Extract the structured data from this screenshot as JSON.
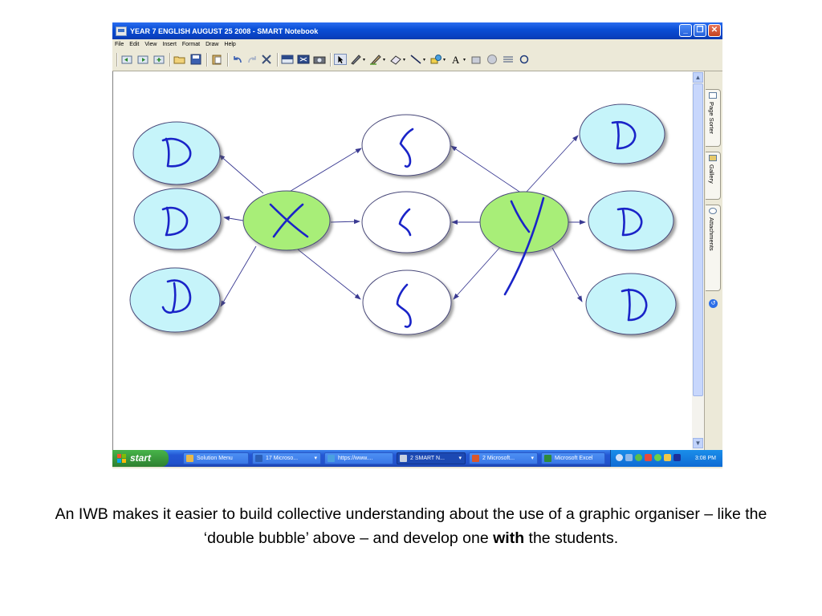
{
  "window": {
    "title": "YEAR 7 ENGLISH AUGUST 25 2008 - SMART Notebook",
    "controls": {
      "minimize": "_",
      "maximize": "❐",
      "close": "✕"
    }
  },
  "menu": [
    "File",
    "Edit",
    "View",
    "Insert",
    "Format",
    "Draw",
    "Help"
  ],
  "toolbar": {
    "icons": [
      "previous-page",
      "next-page",
      "add-page",
      "open-file",
      "save",
      "paste",
      "undo",
      "redo",
      "delete",
      "screen-shade",
      "full-screen",
      "capture",
      "select",
      "pen",
      "creative-pen",
      "eraser",
      "line",
      "shapes",
      "text",
      "fill",
      "properties",
      "move-toolbar"
    ]
  },
  "diagram": {
    "center_left_label": "X",
    "center_right_label": "Y",
    "left_bubbles": [
      "D",
      "D",
      "D"
    ],
    "middle_bubbles": [
      "S",
      "S",
      "S"
    ],
    "right_bubbles": [
      "D",
      "D",
      "D"
    ],
    "colors": {
      "center": "#a8ee78",
      "side": "#c6f4fa",
      "middle": "#ffffff",
      "ink": "#1a24c8",
      "arrow": "#3a3a92"
    }
  },
  "side_tabs": [
    "Page Sorter",
    "Gallery",
    "Attachments"
  ],
  "taskbar": {
    "start": "start",
    "items": [
      "Solution Menu",
      "17 Microso...",
      "https://www....",
      "2 SMART N...",
      "2 Microsoft...",
      "Microsoft Excel"
    ],
    "time": "3:08 PM"
  },
  "caption": {
    "before": "An IWB makes it easier to build collective understanding about the use of a graphic organiser – like the ‘double bubble’ above – and develop one ",
    "bold": "with",
    "after": " the students."
  }
}
